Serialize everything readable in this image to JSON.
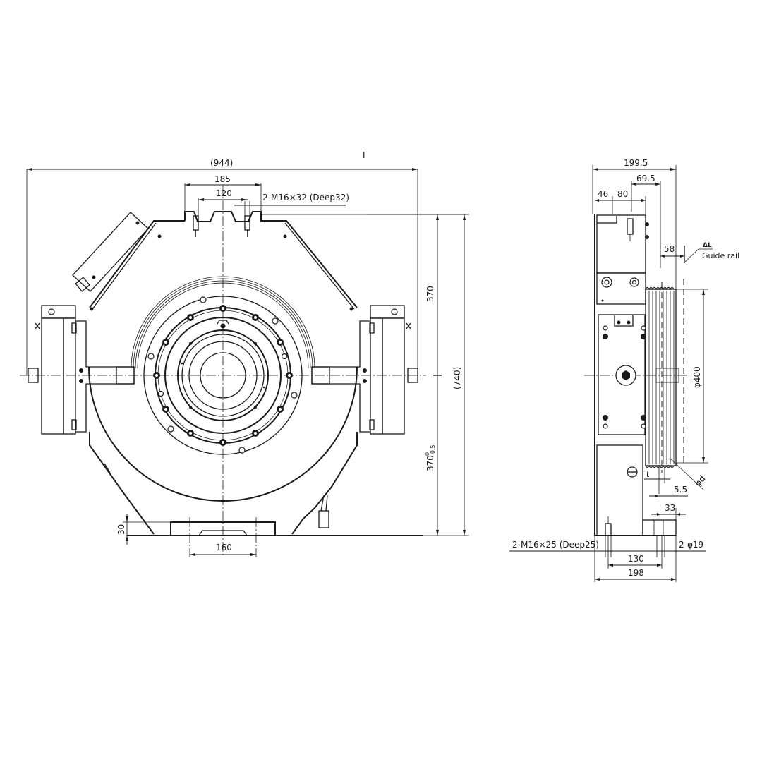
{
  "drawing": {
    "type": "traction machine technical drawing",
    "views": [
      "front-view",
      "side-view"
    ],
    "marker": "I"
  },
  "front_view": {
    "dimensions": {
      "overall_width": "(944)",
      "top_mount_outer": "185",
      "top_mount_inner": "120",
      "top_thread_note": "2-M16×32 (Deep32)",
      "upper_height": "370",
      "overall_height": "(740)",
      "lower_height_main": "370",
      "lower_height_tol_upper": "0",
      "lower_height_tol_lower": "-0.5",
      "base_thickness": "30",
      "base_slot_width": "160"
    }
  },
  "side_view": {
    "dimensions": {
      "overall_depth": "199.5",
      "sheave_offset": "69.5",
      "mount_offset_1": "46",
      "mount_offset_2": "80",
      "guide_rail_gap": "58",
      "guide_rail_symbol": "ΔL",
      "guide_rail_label": "Guide rail",
      "sheave_diameter": "φ400",
      "rope_diameter": "φd",
      "groove_pitch_label": "t",
      "groove_offset": "5.5",
      "sheave_center_offset": "33",
      "bottom_thread_note": "2-M16×25 (Deep25)",
      "bottom_hole_spacing": "130",
      "bottom_hole_note": "2-φ19",
      "base_depth": "198"
    }
  },
  "colors": {
    "line": "#1a1a1a",
    "background": "#ffffff"
  }
}
